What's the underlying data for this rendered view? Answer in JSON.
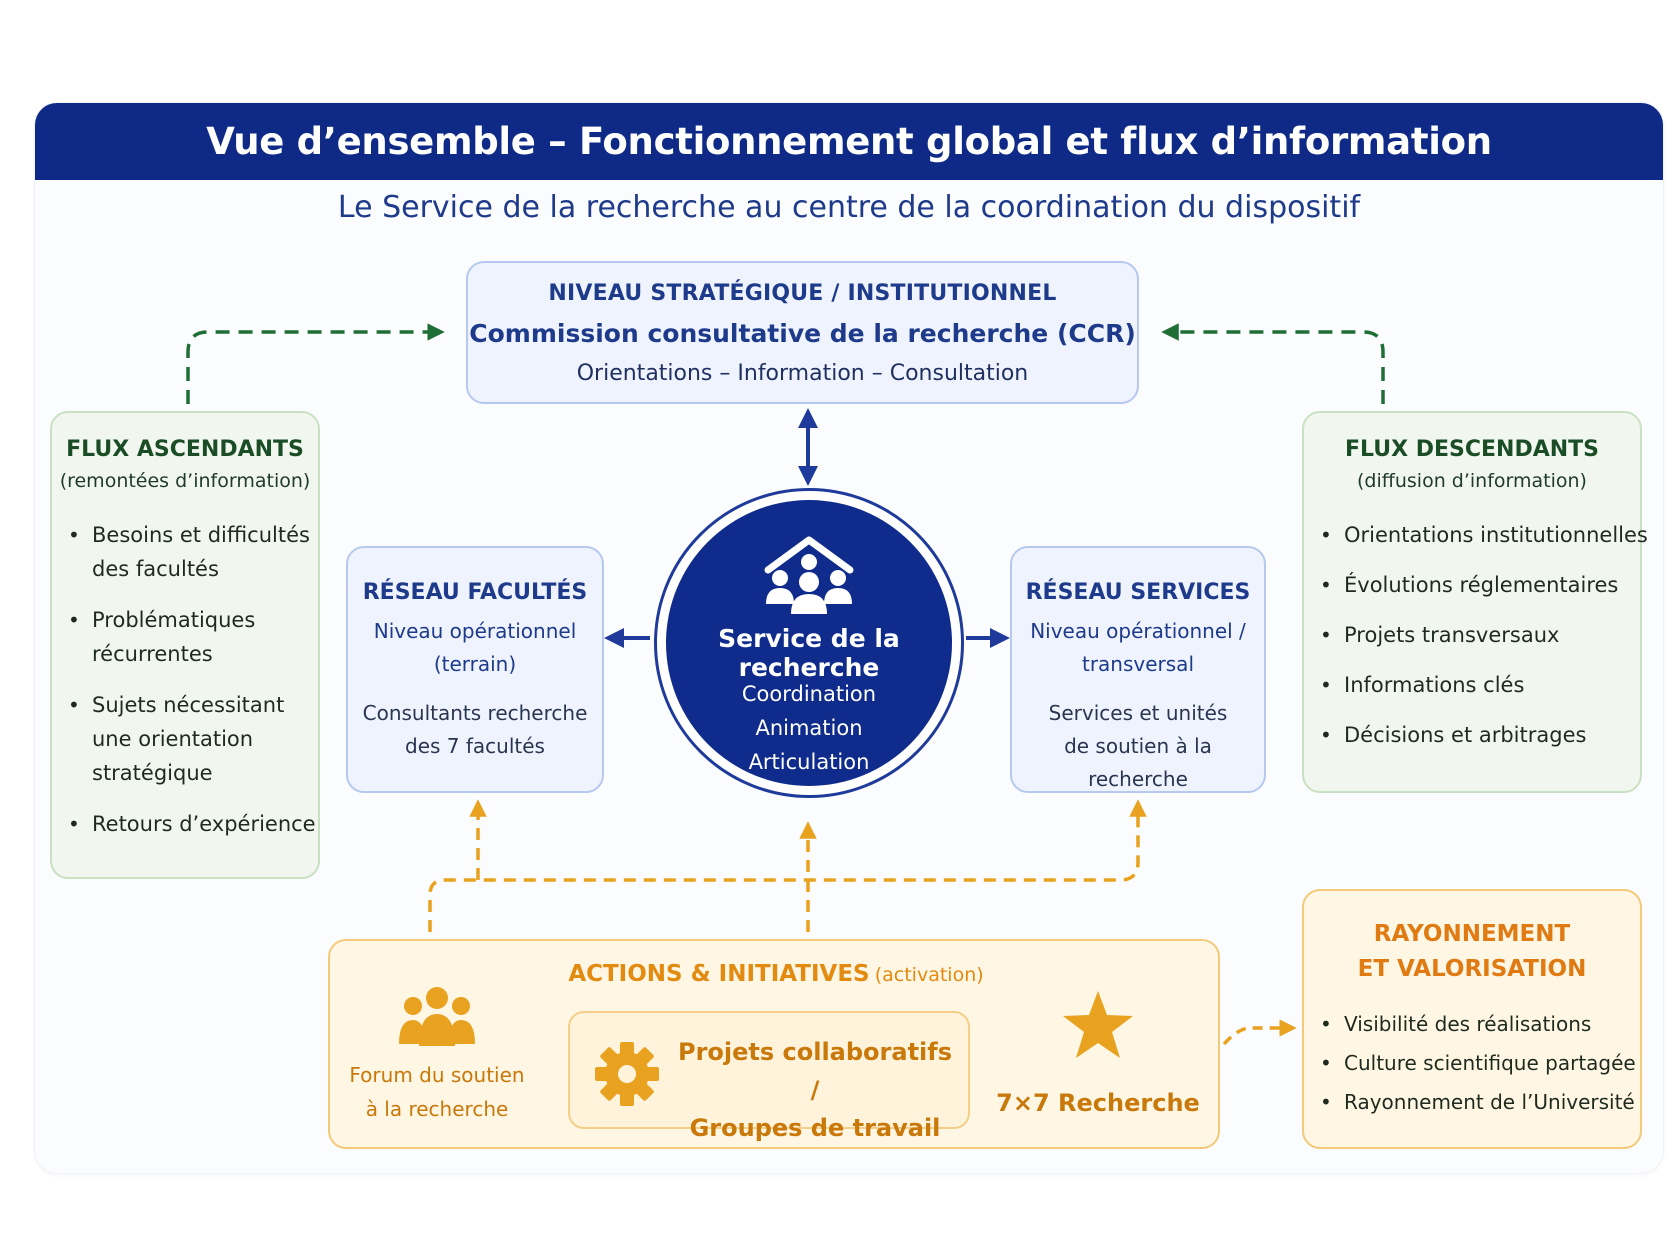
{
  "header": {
    "title": "Vue d’ensemble – Fonctionnement global et flux d’information"
  },
  "subtitle": "Le Service de la recherche au centre de la coordination du dispositif",
  "strategic": {
    "level": "NIVEAU STRATÉGIQUE / INSTITUTIONNEL",
    "name": "Commission consultative de la recherche (CCR)",
    "roles": "Orientations – Information – Consultation"
  },
  "flux_ascendants": {
    "title": "FLUX ASCENDANTS",
    "subtitle": "(remontées d’information)",
    "items": [
      "Besoins et difficultés des facultés",
      "Problématiques récurrentes",
      "Sujets nécessitant une orientation stratégique",
      "Retours d’expérience"
    ]
  },
  "flux_descendants": {
    "title": "FLUX DESCENDANTS",
    "subtitle": "(diffusion d’information)",
    "items": [
      "Orientations institutionnelles",
      "Évolutions réglementaires",
      "Projets transversaux",
      "Informations clés",
      "Décisions et arbitrages"
    ]
  },
  "reseau_facultes": {
    "title": "RÉSEAU FACULTÉS",
    "level_line1": "Niveau opérationnel",
    "level_line2": "(terrain)",
    "desc_line1": "Consultants recherche",
    "desc_line2": "des 7 facultés"
  },
  "reseau_services": {
    "title": "RÉSEAU SERVICES",
    "level_line1": "Niveau opérationnel /",
    "level_line2": "transversal",
    "desc_line1": "Services et unités",
    "desc_line2": "de soutien à la recherche"
  },
  "center": {
    "title": "Service de la recherche",
    "items": [
      "Coordination",
      "Animation",
      "Articulation"
    ],
    "icon": "research-team-icon"
  },
  "actions": {
    "title": "ACTIONS & INITIATIVES",
    "title_suffix": "(activation)",
    "forum_line1": "Forum du soutien",
    "forum_line2": "à la recherche",
    "projects_line1": "Projets collaboratifs /",
    "projects_line2": "Groupes de travail",
    "seven": "7×7 Recherche"
  },
  "rayonnement": {
    "title_line1": "RAYONNEMENT",
    "title_line2": "ET VALORISATION",
    "items": [
      "Visibilité des réalisations",
      "Culture scientifique partagée",
      "Rayonnement de l’Université"
    ]
  },
  "colors": {
    "header": "#0e2a86",
    "blue": "#1e3a8a",
    "green": "#1f6e35",
    "orange": "#e8a21f"
  }
}
